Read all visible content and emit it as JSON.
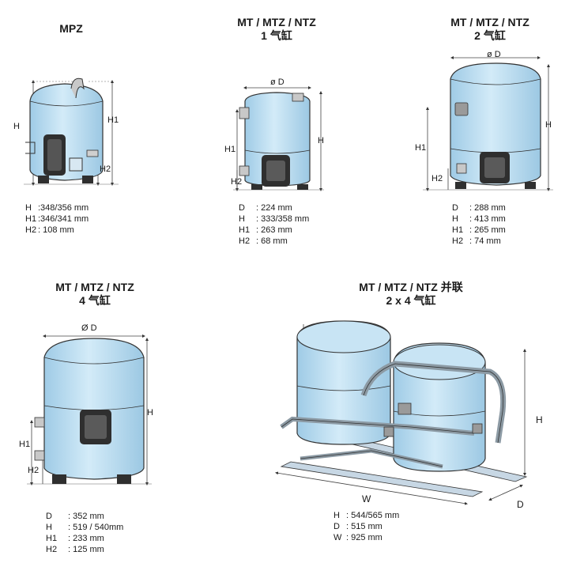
{
  "models": [
    {
      "title": [
        "MPZ"
      ],
      "dims": [
        "H",
        "H1",
        "H2"
      ],
      "specs": [
        {
          "k": "H",
          "v": ":348/356 mm"
        },
        {
          "k": "H1",
          "v": ":346/341 mm"
        },
        {
          "k": "H2",
          "v": ": 108 mm"
        }
      ]
    },
    {
      "title": [
        "MT / MTZ / NTZ",
        "1 气缸"
      ],
      "dims": [
        "ø D",
        "H",
        "H1",
        "H2"
      ],
      "specs": [
        {
          "k": "D",
          "v": ": 224 mm"
        },
        {
          "k": "H",
          "v": ": 333/358 mm"
        },
        {
          "k": "H1",
          "v": ": 263 mm"
        },
        {
          "k": "H2",
          "v": ": 68 mm"
        }
      ]
    },
    {
      "title": [
        "MT / MTZ / NTZ",
        "2 气缸"
      ],
      "dims": [
        "ø D",
        "H",
        "H1",
        "H2"
      ],
      "specs": [
        {
          "k": "D",
          "v": ": 288 mm"
        },
        {
          "k": "H",
          "v": ": 413 mm"
        },
        {
          "k": "H1",
          "v": ": 265 mm"
        },
        {
          "k": "H2",
          "v": ": 74 mm"
        }
      ]
    },
    {
      "title": [
        "MT / MTZ / NTZ",
        "4 气缸"
      ],
      "dims": [
        "Ø D",
        "H",
        "H1",
        "H2"
      ],
      "specs": [
        {
          "k": "D",
          "v": ": 352 mm"
        },
        {
          "k": "H",
          "v": ": 519 / 540mm"
        },
        {
          "k": "H1",
          "v": ": 233 mm"
        },
        {
          "k": "H2",
          "v": ": 125 mm"
        }
      ]
    },
    {
      "title": [
        "MT / MTZ / NTZ 并联",
        "2 x 4 气缸"
      ],
      "dims": [
        "H",
        "W",
        "D"
      ],
      "specs": [
        {
          "k": "H",
          "v": ": 544/565 mm"
        },
        {
          "k": "D",
          "v": ": 515 mm"
        },
        {
          "k": "W",
          "v": ": 925 mm"
        }
      ]
    }
  ],
  "colors": {
    "body": "#b9dcf0",
    "outline": "#333333",
    "dark": "#2a2a2a",
    "pipe": "#8c9aa4",
    "rail": "#c7d7e4",
    "line": "#444444"
  }
}
